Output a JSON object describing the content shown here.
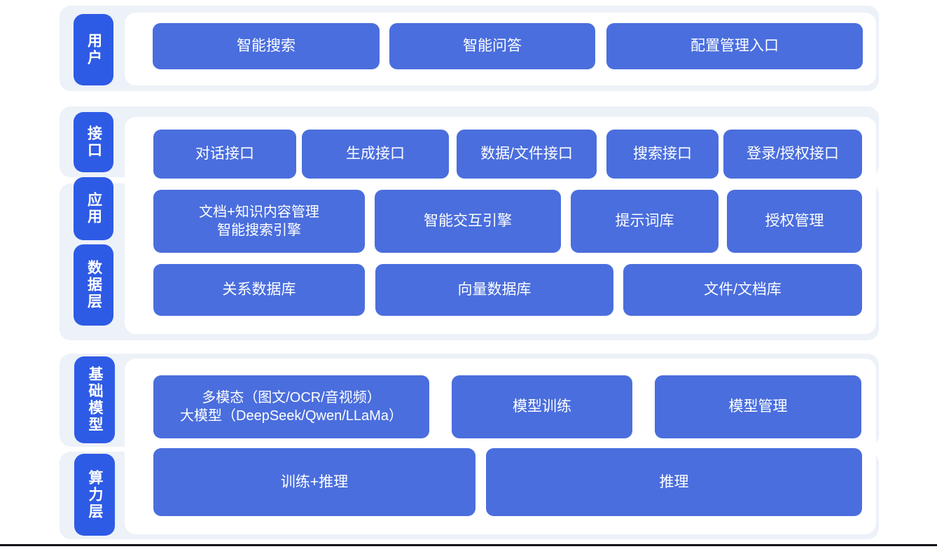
{
  "colors": {
    "label_blue": "#2e5be5",
    "box_blue": "#4a6edd",
    "band_background": "#edf1f8",
    "card_background": "#ffffff",
    "text_color": "#ffffff",
    "footer_line": "#101018"
  },
  "sections": [
    {
      "id": "user-layer",
      "labels": [
        {
          "text": "用户"
        }
      ],
      "rows": [
        {
          "boxes": [
            {
              "lines": [
                "智能搜索"
              ]
            },
            {
              "lines": [
                "智能问答"
              ]
            },
            {
              "lines": [
                "配置管理入口"
              ]
            }
          ]
        }
      ]
    },
    {
      "id": "middle-layers",
      "labels": [
        {
          "text": "接口"
        },
        {
          "text": "应用"
        },
        {
          "text": "数据层"
        }
      ],
      "rows": [
        {
          "boxes": [
            {
              "lines": [
                "对话接口"
              ]
            },
            {
              "lines": [
                "生成接口"
              ]
            },
            {
              "lines": [
                "数据/文件接口"
              ]
            },
            {
              "lines": [
                "搜索接口"
              ]
            },
            {
              "lines": [
                "登录/授权接口"
              ]
            }
          ]
        },
        {
          "boxes": [
            {
              "lines": [
                "文档+知识内容管理",
                "智能搜索引擎"
              ]
            },
            {
              "lines": [
                "智能交互引擎"
              ]
            },
            {
              "lines": [
                "提示词库"
              ]
            },
            {
              "lines": [
                "授权管理"
              ]
            }
          ]
        },
        {
          "boxes": [
            {
              "lines": [
                "关系数据库"
              ]
            },
            {
              "lines": [
                "向量数据库"
              ]
            },
            {
              "lines": [
                "文件/文档库"
              ]
            }
          ]
        }
      ]
    },
    {
      "id": "foundation-layers",
      "labels": [
        {
          "text": "基础模型"
        },
        {
          "text": "算力层"
        }
      ],
      "rows": [
        {
          "boxes": [
            {
              "lines": [
                "多模态（图文/OCR/音视频）",
                "大模型（DeepSeek/Qwen/LLaMa）"
              ]
            },
            {
              "lines": [
                "模型训练"
              ]
            },
            {
              "lines": [
                "模型管理"
              ]
            }
          ]
        },
        {
          "boxes": [
            {
              "lines": [
                "训练+推理"
              ]
            },
            {
              "lines": [
                "推理"
              ]
            }
          ]
        }
      ]
    }
  ]
}
